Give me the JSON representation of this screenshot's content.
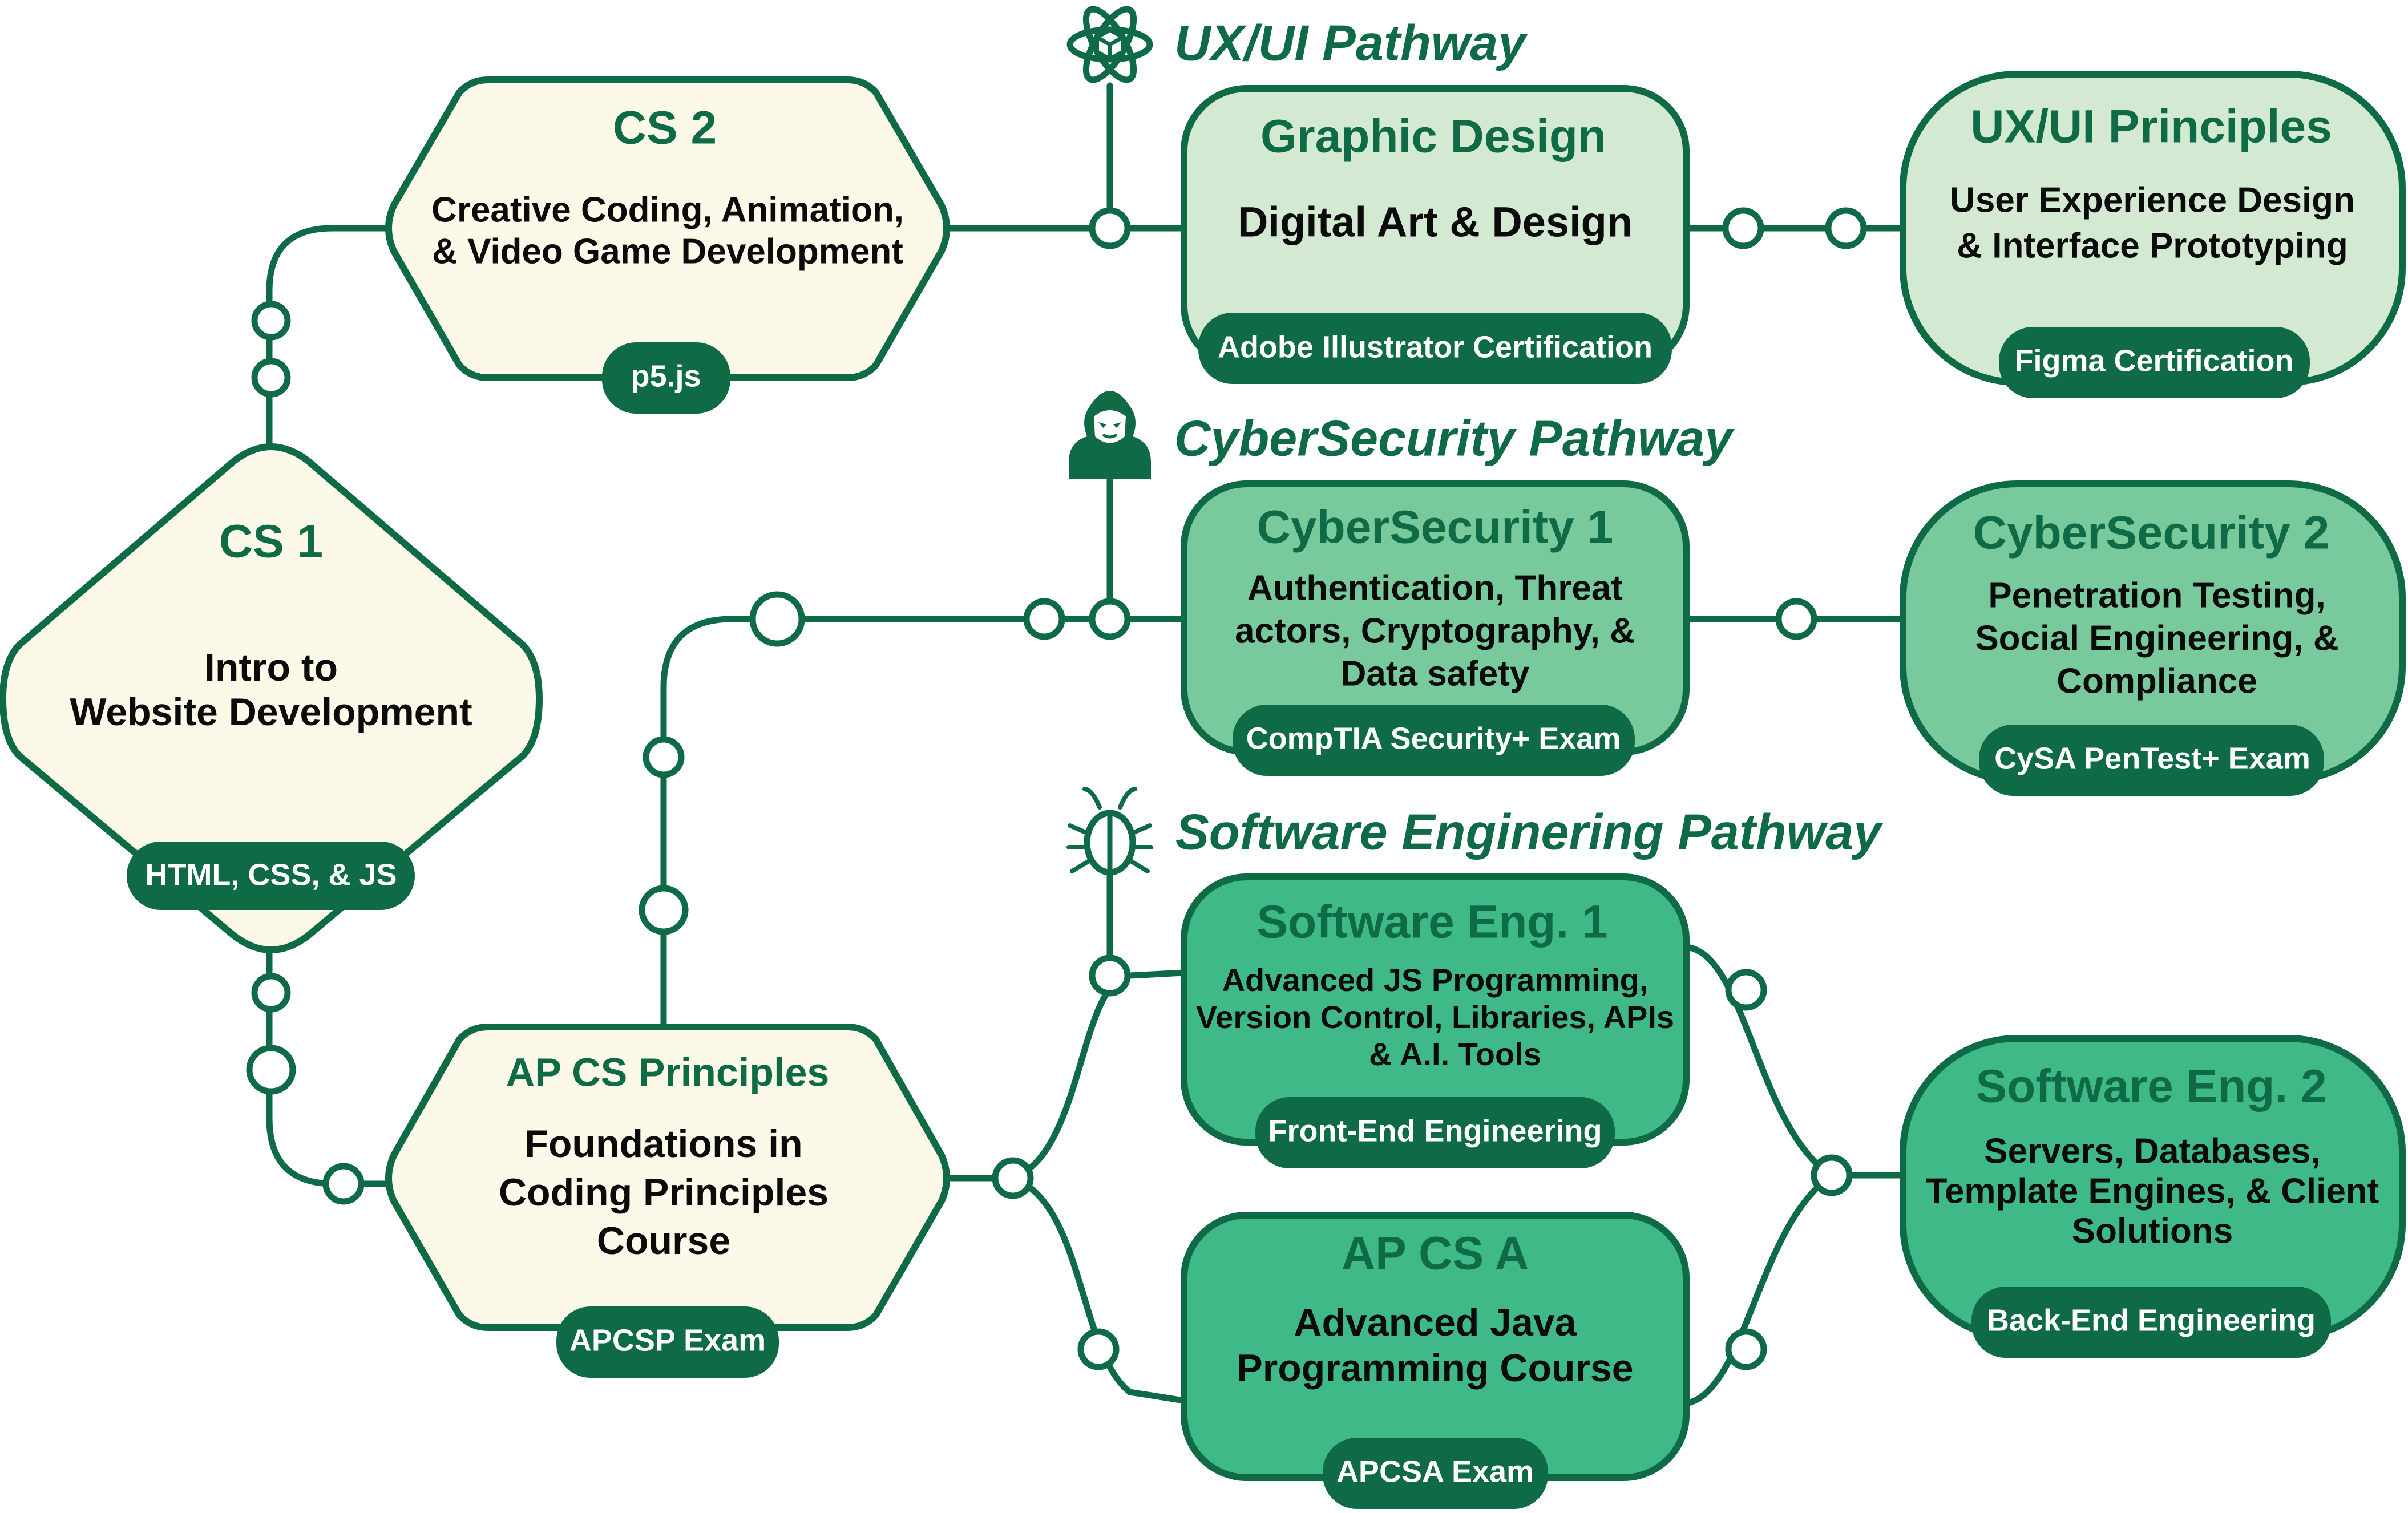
{
  "pathways": {
    "uxui": "UX/UI Pathway",
    "cyber": "CyberSecurity Pathway",
    "swe": "Software Enginering Pathway"
  },
  "icons": {
    "uxui": "atom-cube-icon",
    "cyber": "hooded-hacker-icon",
    "swe": "bug-icon"
  },
  "colors": {
    "dark_green": "#0f6a46",
    "cream": "#fcf9e9",
    "pale_green": "#d3e9d1",
    "mid_green": "#78c99b",
    "bright_green": "#3fb987"
  },
  "nodes": {
    "cs1": {
      "title": "CS 1",
      "lines": [
        "Intro to",
        "Website Development"
      ],
      "badge": "HTML, CSS, & JS"
    },
    "cs2": {
      "title": "CS 2",
      "lines": [
        "Creative Coding, Animation,",
        "& Video Game Development"
      ],
      "badge": "p5.js"
    },
    "apcsp": {
      "title": "AP CS Principles",
      "lines": [
        "Foundations in",
        "Coding Principles",
        "Course"
      ],
      "badge": "APCSP Exam"
    },
    "graphic": {
      "title": "Graphic Design",
      "lines": [
        "Digital Art & Design"
      ],
      "badge": "Adobe Illustrator Certification"
    },
    "uxui": {
      "title": "UX/UI Principles",
      "lines": [
        "User Experience Design",
        "& Interface Prototyping"
      ],
      "badge": "Figma Certification"
    },
    "cyber1": {
      "title": "CyberSecurity 1",
      "lines": [
        "Authentication, Threat",
        "actors, Cryptography, &",
        "Data safety"
      ],
      "badge": "CompTIA Security+ Exam"
    },
    "cyber2": {
      "title": "CyberSecurity 2",
      "lines": [
        "Penetration Testing,",
        "Social Engineering, &",
        "Compliance"
      ],
      "badge": "CySA PenTest+ Exam"
    },
    "swe1": {
      "title": "Software Eng. 1",
      "lines": [
        "Advanced JS Programming,",
        "Version Control, Libraries, APIs",
        "& A.I. Tools"
      ],
      "badge": "Front-End Engineering"
    },
    "apcsa": {
      "title": "AP CS A",
      "lines": [
        "Advanced Java",
        "Programming Course"
      ],
      "badge": "APCSA Exam"
    },
    "swe2": {
      "title": "Software Eng. 2",
      "lines": [
        "Servers, Databases,",
        "Template Engines, & Client",
        "Solutions"
      ],
      "badge": "Back-End Engineering"
    }
  }
}
